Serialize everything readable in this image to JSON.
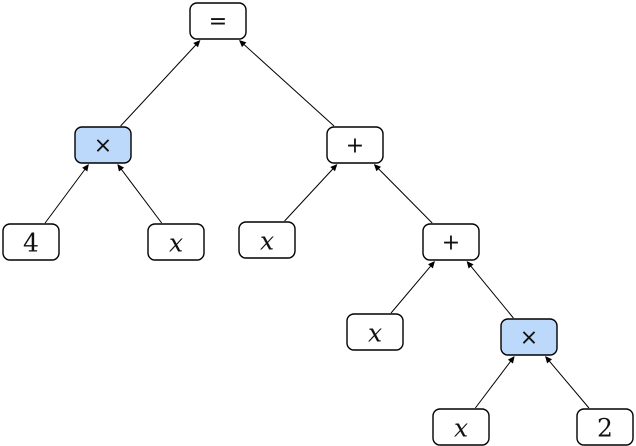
{
  "diagram": {
    "highlight_color": "#bcd9fb",
    "nodes": [
      {
        "id": "root",
        "label": "=",
        "kind": "op",
        "highlight": false
      },
      {
        "id": "mul1",
        "label": "×",
        "kind": "op",
        "highlight": true
      },
      {
        "id": "add1",
        "label": "+",
        "kind": "op",
        "highlight": false
      },
      {
        "id": "four",
        "label": "4",
        "kind": "num",
        "highlight": false
      },
      {
        "id": "x1",
        "label": "x",
        "kind": "var",
        "highlight": false
      },
      {
        "id": "x2",
        "label": "x",
        "kind": "var",
        "highlight": false
      },
      {
        "id": "add2",
        "label": "+",
        "kind": "op",
        "highlight": false
      },
      {
        "id": "x3",
        "label": "x",
        "kind": "var",
        "highlight": false
      },
      {
        "id": "mul2",
        "label": "×",
        "kind": "op",
        "highlight": true
      },
      {
        "id": "x4",
        "label": "x",
        "kind": "var",
        "highlight": false
      },
      {
        "id": "two",
        "label": "2",
        "kind": "num",
        "highlight": false
      }
    ],
    "edges": [
      {
        "from": "mul1",
        "to": "root"
      },
      {
        "from": "add1",
        "to": "root"
      },
      {
        "from": "four",
        "to": "mul1"
      },
      {
        "from": "x1",
        "to": "mul1"
      },
      {
        "from": "x2",
        "to": "add1"
      },
      {
        "from": "add2",
        "to": "add1"
      },
      {
        "from": "x3",
        "to": "add2"
      },
      {
        "from": "mul2",
        "to": "add2"
      },
      {
        "from": "x4",
        "to": "mul2"
      },
      {
        "from": "two",
        "to": "mul2"
      }
    ]
  }
}
